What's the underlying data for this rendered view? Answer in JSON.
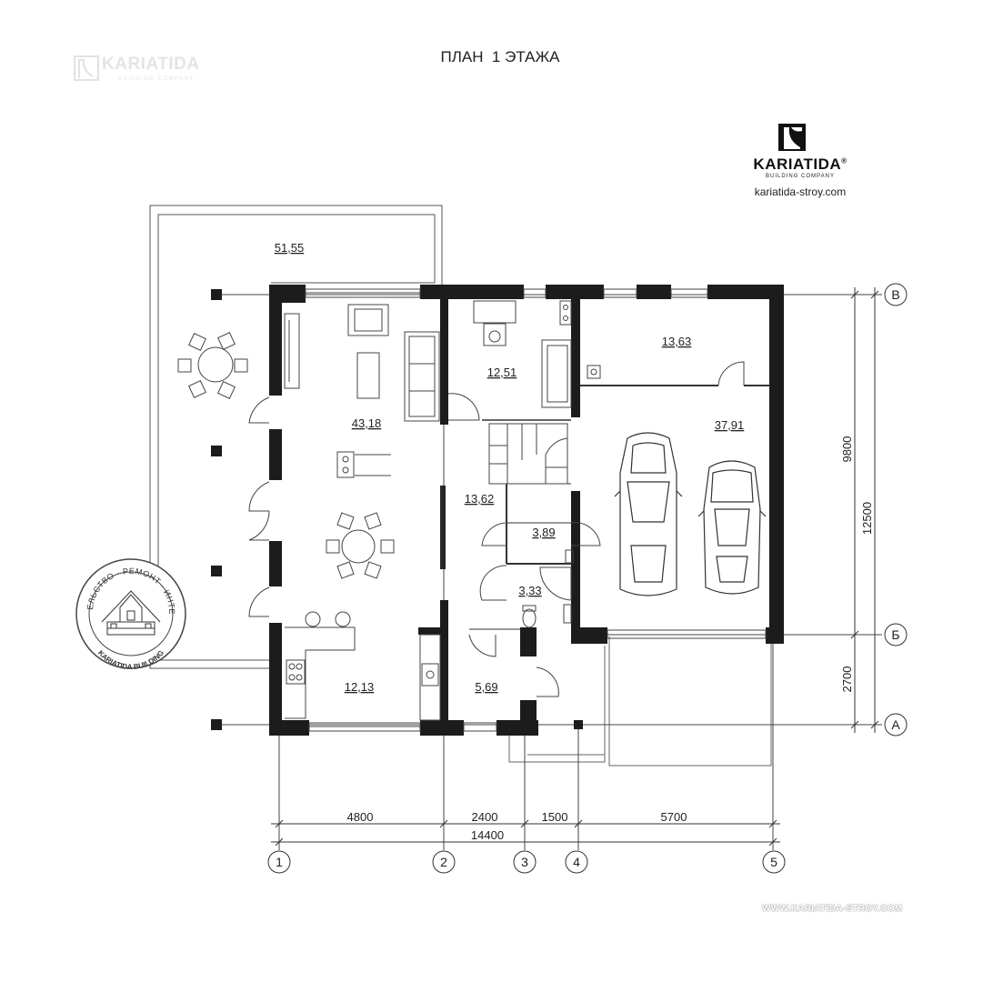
{
  "title": "ПЛАН  1 ЭТАЖА",
  "brand": {
    "name": "KARIATIDA",
    "reg": "®",
    "tagline": "BUILDING COMPANY",
    "website": "kariatida-stroy.com",
    "logo_icon": "kariatida-logo-icon"
  },
  "watermark_top": {
    "name": "KARIATIDA",
    "tagline": "BUILDING COMPANY"
  },
  "watermark_bottom": "WWW.KARIATIDA-STROY.COM",
  "stamp": {
    "ring_text": "СТРОИТЕЛЬСТВО · РЕМОНТ · ИНТЕРЬЕРЫ",
    "bottom_text": "KARIATIDA BUILDING",
    "icon": "house-stamp-icon"
  },
  "rooms": [
    {
      "id": "terrace",
      "area": "51,55"
    },
    {
      "id": "living",
      "area": "43,18"
    },
    {
      "id": "study",
      "area": "12,51"
    },
    {
      "id": "hall",
      "area": "13,62"
    },
    {
      "id": "storage",
      "area": "3,89"
    },
    {
      "id": "bathroom",
      "area": "3,33"
    },
    {
      "id": "kitchen",
      "area": "12,13"
    },
    {
      "id": "vestibule",
      "area": "5,69"
    },
    {
      "id": "garage-storage",
      "area": "13,63"
    },
    {
      "id": "garage",
      "area": "37,91"
    }
  ],
  "dimensions": {
    "bottom": [
      "4800",
      "2400",
      "1500",
      "5700"
    ],
    "bottom_total": "14400",
    "right": [
      "9800",
      "2700"
    ],
    "right_total": "12500"
  },
  "axes": {
    "columns": [
      "1",
      "2",
      "3",
      "4",
      "5"
    ],
    "rows": [
      "В",
      "Б",
      "А"
    ]
  },
  "colors": {
    "wall": "#1c1c1c",
    "line": "#444444",
    "accent": "#1c1c1c"
  }
}
